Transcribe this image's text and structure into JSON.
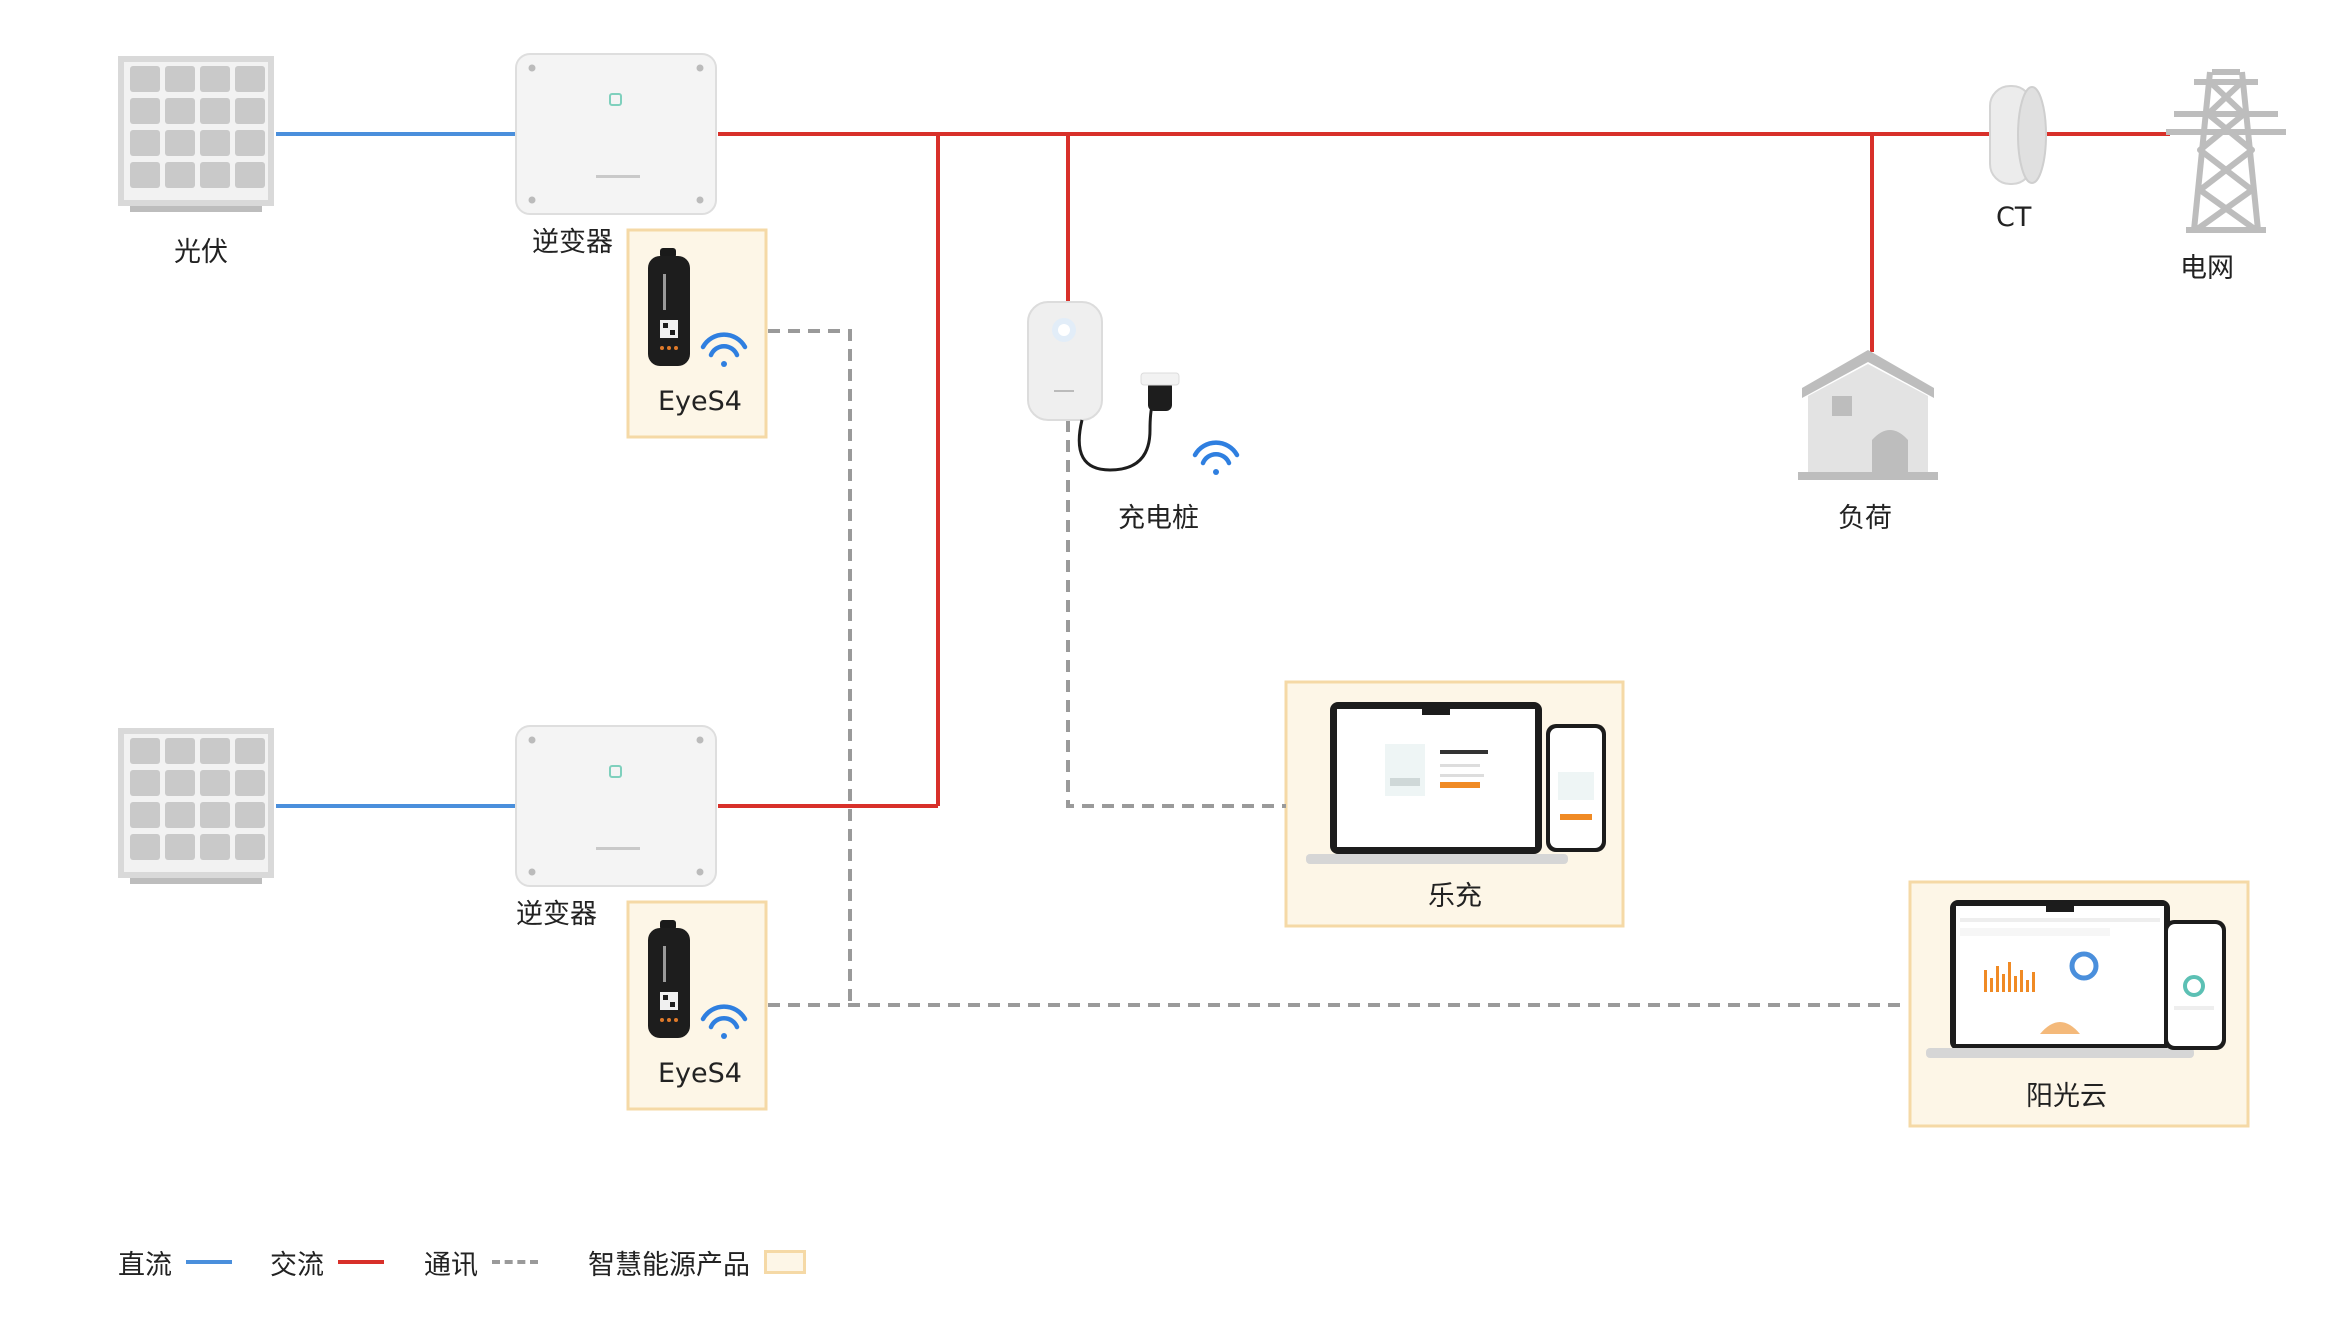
{
  "colors": {
    "dc": "#4a8fdc",
    "ac": "#d8302a",
    "comm": "#9a9a9a",
    "smart_fill": "#fdf6e7",
    "smart_border": "#f5d9a6",
    "wifi": "#2f7fe0",
    "device_gray": "#c8c8c8"
  },
  "labels": {
    "pv1": "光伏",
    "inverter1": "逆变器",
    "eyes4_1": "EyeS4",
    "charger": "充电桩",
    "load": "负荷",
    "ct": "CT",
    "grid": "电网",
    "inverter2": "逆变器",
    "eyes4_2": "EyeS4",
    "lechong": "乐充",
    "isolarcloud": "阳光云"
  },
  "legend": {
    "dc": "直流",
    "ac": "交流",
    "comm": "通讯",
    "smart": "智慧能源产品"
  }
}
